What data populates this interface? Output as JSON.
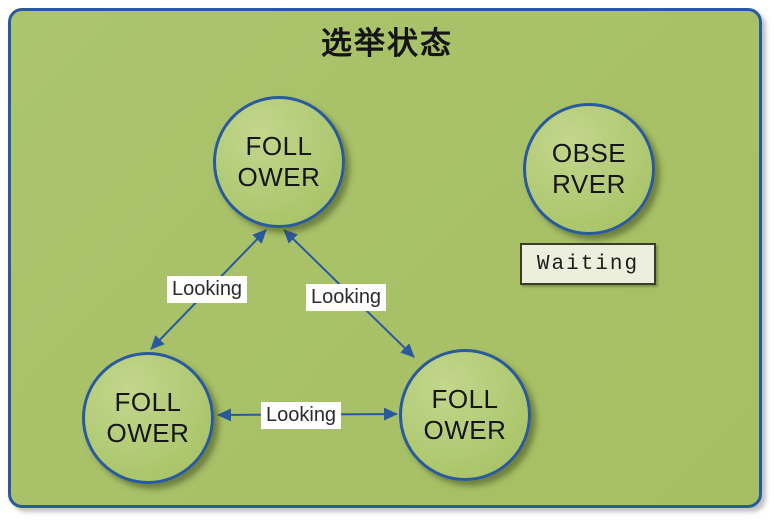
{
  "title": "选举状态",
  "colors": {
    "panel_fill": "#a6bf62",
    "panel_border": "#2a5a9e",
    "node_fill": "#b1ca74",
    "node_border": "#2a5a9e",
    "arrow": "#2a5a9e",
    "edge_label_bg": "#ffffff",
    "waiting_bg": "#ecefdb",
    "waiting_border": "#3b3b2b"
  },
  "nodes": [
    {
      "id": "follower-top",
      "label": "FOLL\nOWER"
    },
    {
      "id": "observer",
      "label": "OBSE\nRVER"
    },
    {
      "id": "follower-left",
      "label": "FOLL\nOWER"
    },
    {
      "id": "follower-right",
      "label": "FOLL\nOWER"
    }
  ],
  "edges": [
    {
      "label": "Looking",
      "from": "follower-top",
      "to": "follower-left",
      "bidirectional": true
    },
    {
      "label": "Looking",
      "from": "follower-top",
      "to": "follower-right",
      "bidirectional": true
    },
    {
      "label": "Looking",
      "from": "follower-left",
      "to": "follower-right",
      "bidirectional": true
    }
  ],
  "waiting_label": "Waiting"
}
